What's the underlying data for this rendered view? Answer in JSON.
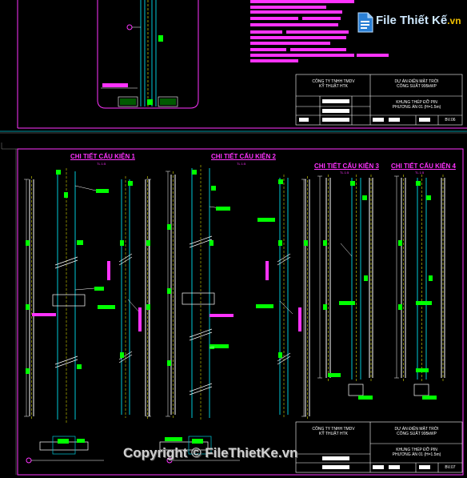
{
  "sheet_top": {
    "company": "CÔNG TY TNHH TMDV\nKỸ THUẬT HTK",
    "project": "DỰ ÁN ĐIỆN MẶT TRỜI\nCÔNG SUẤT 995kWP",
    "drawing": "KHUNG THÉP ĐỠ PIN\nPHƯƠNG ÁN 01 (H=1.5m)",
    "sheet_no": "BV.06"
  },
  "sheet_bottom": {
    "company": "CÔNG TY TNHH TMDV\nKỸ THUẬT HTK",
    "project": "DỰ ÁN ĐIỆN MẶT TRỜI\nCÔNG SUẤT 995kWP",
    "drawing": "KHUNG THÉP ĐỠ PIN\nPHƯƠNG ÁN 01 (H=1.5m)",
    "sheet_no": "BV.07"
  },
  "details": [
    {
      "title": "CHI TIẾT CẤU KIỆN 1",
      "scale": "TL 1:5"
    },
    {
      "title": "CHI TIẾT CẤU KIỆN 2",
      "scale": "TL 1:5"
    },
    {
      "title": "CHI TIẾT CẤU KIỆN 3",
      "scale": "TL 1:5"
    },
    {
      "title": "CHI TIẾT CẤU KIỆN 4",
      "scale": "TL 1:5"
    }
  ],
  "watermark": {
    "logo_main": "File Thiết Kế",
    "logo_suffix": ".vn",
    "copyright": "Copyright © FileThietKe.vn"
  },
  "colors": {
    "background": "#000000",
    "magenta": "#ff33ff",
    "cyan": "#00c8d8",
    "green": "#00ff00",
    "white": "#ffffff",
    "yellow": "#ffff00"
  }
}
